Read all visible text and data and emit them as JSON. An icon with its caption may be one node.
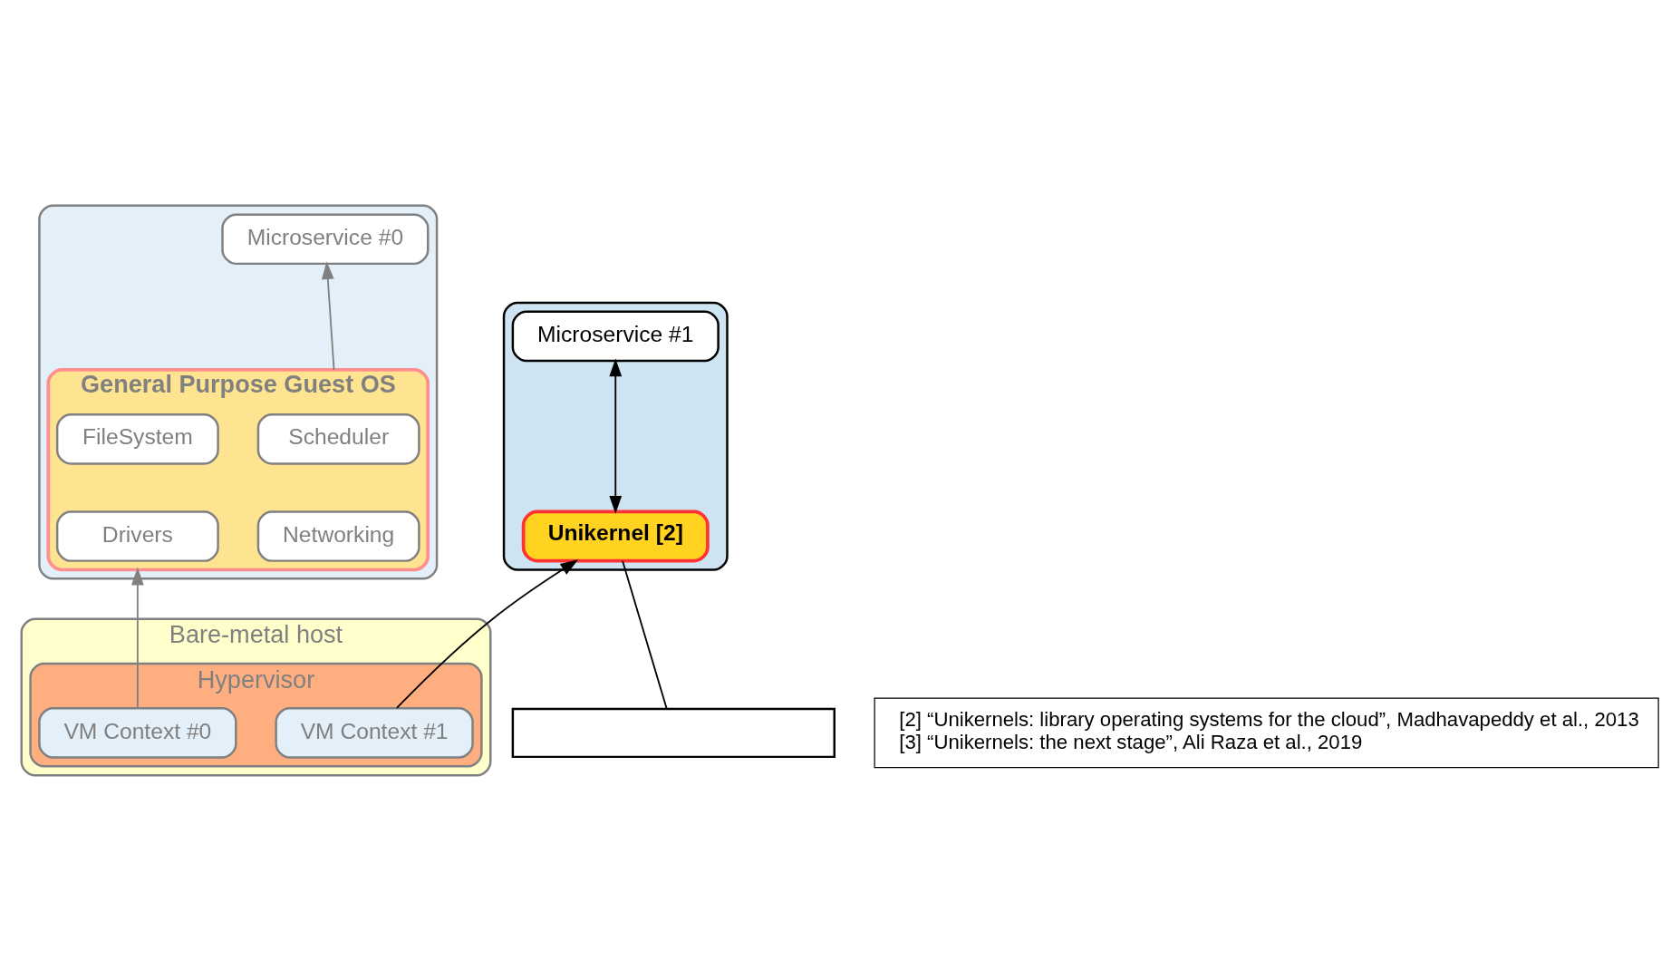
{
  "diagram": {
    "nodes": [
      {
        "text": [],
        "shape": "box"
      },
      {
        "text": [
          "Microservice #0"
        ],
        "in": 0
      },
      {
        "text": [
          "General Purpose Guest OS"
        ],
        "in": 0
      },
      {
        "text": [
          "Scheduler"
        ],
        "in": 2
      },
      {
        "text": [
          "FileSystem"
        ],
        "in": 2
      },
      {
        "text": [
          "Networking"
        ],
        "in": 2
      },
      {
        "text": [
          "Drivers"
        ],
        "in": 2
      },
      {
        "text": [],
        "shape": "box"
      },
      {
        "text": [
          "Microservice #1"
        ],
        "in": 7
      },
      {
        "text": [
          "Unikernel [2]"
        ],
        "in": 7
      },
      {
        "text": [],
        "shape": "box"
      },
      {
        "text": [
          "Bare-metal host"
        ]
      },
      {
        "text": [
          "Hypervisor"
        ],
        "in": 11
      },
      {
        "text": [
          "VM Context #0"
        ],
        "in": 12
      },
      {
        "text": [
          "VM Context #1"
        ],
        "in": 12
      },
      {
        "text": [
          "[2] “Unikernels: library operating systems for the cloud”, Madhavapeddy et al., 2013",
          "[3] “Unikernels: the next stage”, Ali Raza et al., 2019"
        ]
      }
    ],
    "edges": [
      {
        "from": 2,
        "to": 1,
        "arrow": "to",
        "color": "#808080"
      },
      {
        "from": 9,
        "to": 8,
        "arrow": "both"
      },
      {
        "from": 13,
        "to": 2,
        "arrow": "to",
        "color": "#808080"
      },
      {
        "from": 14,
        "to": 9,
        "arrow": "to"
      },
      {
        "from": 10,
        "to": 9,
        "arrow": "none"
      }
    ]
  }
}
